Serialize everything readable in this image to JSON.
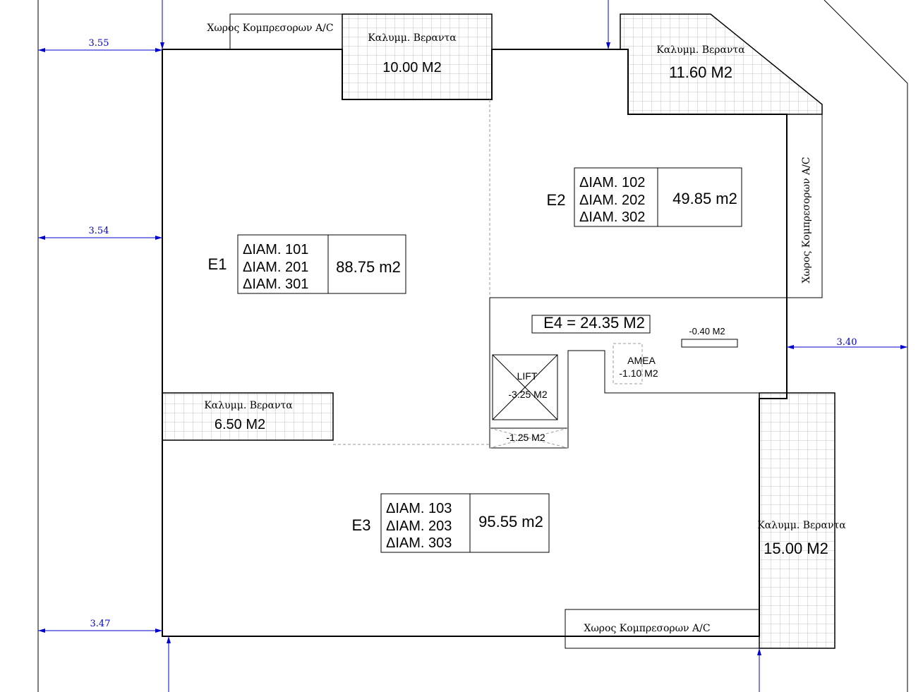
{
  "dimensions": {
    "top_left": "3.55",
    "mid_left": "3.54",
    "bottom_left": "3.47",
    "right": "3.40"
  },
  "apartments": {
    "e1": {
      "label": "E1",
      "units": [
        "ΔΙΑΜ. 101",
        "ΔΙΑΜ. 201",
        "ΔΙΑΜ. 301"
      ],
      "area": "88.75 m2"
    },
    "e2": {
      "label": "E2",
      "units": [
        "ΔΙΑΜ. 102",
        "ΔΙΑΜ. 202",
        "ΔΙΑΜ. 302"
      ],
      "area": "49.85 m2"
    },
    "e3": {
      "label": "E3",
      "units": [
        "ΔΙΑΜ. 103",
        "ΔΙΑΜ. 203",
        "ΔΙΑΜ. 303"
      ],
      "area": "95.55 m2"
    }
  },
  "common": {
    "e4": "E4 = 24.35 M2",
    "deduct_small": "-0.40 M2",
    "amea_label": "AMEA",
    "amea_area": "-1.10 M2",
    "lift_label": "LIFT",
    "lift_area": "-3.25 M2",
    "below_lift_area": "-1.25 M2"
  },
  "verandas": {
    "label": "Καλυμμ. Βεραντα",
    "top": "10.00 M2",
    "top_right": "11.60 M2",
    "left": "6.50 M2",
    "right": "15.00 M2"
  },
  "compressor": {
    "label": "Χωρος Κομπρεσορων  A/C"
  }
}
